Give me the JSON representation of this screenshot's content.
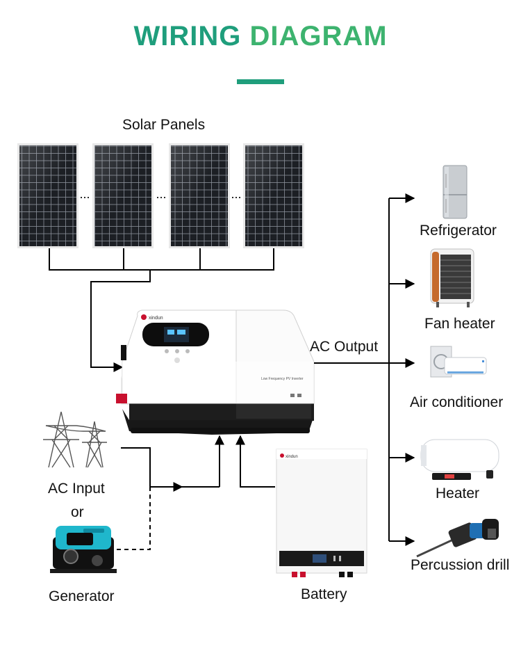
{
  "header": {
    "title_part1": "WIRING ",
    "title_part2": "DIAGRAM",
    "title_color_1": "#1f9e7c",
    "title_color_2": "#3db36f"
  },
  "solar": {
    "label": "Solar Panels",
    "separator": "..."
  },
  "inverter": {
    "brand": "xindun",
    "side_text": "Low Frequency PV Inverter"
  },
  "ac_output": {
    "label": "AC Output"
  },
  "inputs": {
    "ac_input_label": "AC Input",
    "or_label": "or",
    "generator_label": "Generator"
  },
  "battery": {
    "label": "Battery",
    "brand": "xindun"
  },
  "appliances": [
    {
      "label": "Refrigerator",
      "icon": "refrigerator-icon"
    },
    {
      "label": "Fan heater",
      "icon": "fan-heater-icon"
    },
    {
      "label": "Air conditioner",
      "icon": "air-conditioner-icon"
    },
    {
      "label": "Heater",
      "icon": "water-heater-icon"
    },
    {
      "label": "Percussion drill",
      "icon": "percussion-drill-icon"
    }
  ],
  "colors": {
    "wire": "#000000",
    "panel": "#1c1f24",
    "inverter_body": "#ffffff",
    "inverter_base": "#1d1d1d",
    "battery_body": "#f7f7f7"
  }
}
